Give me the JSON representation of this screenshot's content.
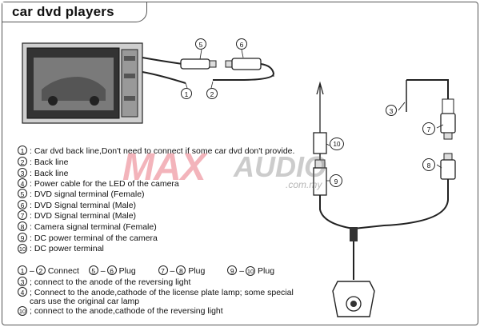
{
  "title": "car dvd players",
  "callouts": [
    "5",
    "6",
    "1",
    "2",
    "3",
    "7",
    "8",
    "9",
    "10"
  ],
  "legend": [
    {
      "n": "1",
      "text": ": Car dvd back line,Don't need to connect if some car dvd don't provide."
    },
    {
      "n": "2",
      "text": ": Back line"
    },
    {
      "n": "3",
      "text": ": Back line"
    },
    {
      "n": "4",
      "text": ": Power cable for the LED of the camera"
    },
    {
      "n": "5",
      "text": ": DVD signal terminal (Female)"
    },
    {
      "n": "6",
      "text": ": DVD Signal terminal (Male)"
    },
    {
      "n": "7",
      "text": ": DVD Signal terminal (Male)"
    },
    {
      "n": "8",
      "text": ": Camera signal terminal (Female)"
    },
    {
      "n": "9",
      "text": ": DC power terminal of the camera"
    },
    {
      "n": "10",
      "text": ": DC power terminal"
    }
  ],
  "connections": {
    "a_from": "1",
    "a_to": "2",
    "a_label": "Connect",
    "b_from": "5",
    "b_to": "6",
    "b_label": "Plug",
    "c_from": "7",
    "c_to": "8",
    "c_label": "Plug",
    "d_from": "9",
    "d_to": "10",
    "d_label": "Plug"
  },
  "notes": [
    {
      "n": "3",
      "text": "; connect to the anode of the reversing light"
    },
    {
      "n": "4",
      "text": "; Connect to the anode,cathode of the license plate lamp; some special"
    },
    {
      "n": "",
      "text": "cars use the original car lamp"
    },
    {
      "n": "10",
      "text": "; connect to the anode,cathode of the reversing light"
    }
  ],
  "watermark": {
    "brand_red": "MAX",
    "brand_grey": "AUDIO",
    "domain": ".com.my"
  },
  "colors": {
    "watermark_red": "#dc283c",
    "line": "#222222"
  }
}
